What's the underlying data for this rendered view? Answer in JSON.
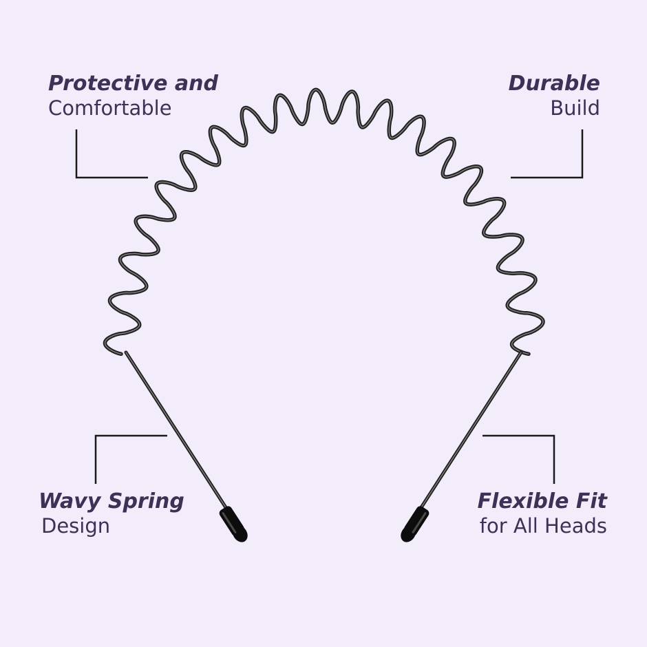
{
  "colors": {
    "background": "#f3ecfb",
    "text": "#3d3156",
    "leader_line": "#1a1a1a",
    "wire": "#222222",
    "tip": "#0d0d0d"
  },
  "callouts": {
    "top_left": {
      "title": "Protective and",
      "subtitle": "Comfortable"
    },
    "top_right": {
      "title": "Durable",
      "subtitle": "Build"
    },
    "bottom_left": {
      "title": "Wavy Spring",
      "subtitle": "Design"
    },
    "bottom_right": {
      "title": "Flexible Fit",
      "subtitle": "for All Heads"
    }
  }
}
